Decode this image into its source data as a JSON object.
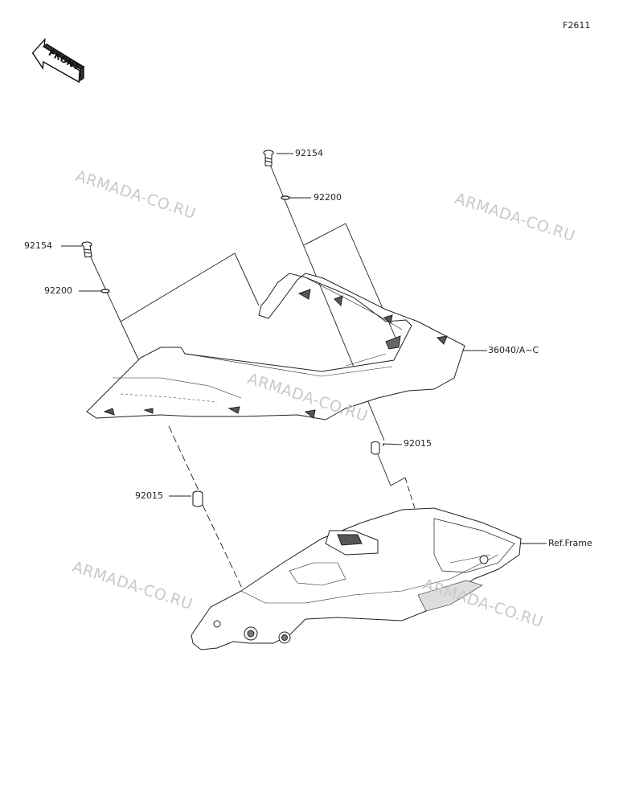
{
  "figure_code": "F2611",
  "front_label": "FRONT",
  "watermark": "ARMADA-CO.RU",
  "parts": {
    "bolt_right": "92154",
    "washer_right": "92200",
    "bolt_left": "92154",
    "washer_left": "92200",
    "cover": "36040/A~C",
    "collar_right": "92015",
    "collar_left": "92015",
    "frame": "Ref.Frame"
  }
}
